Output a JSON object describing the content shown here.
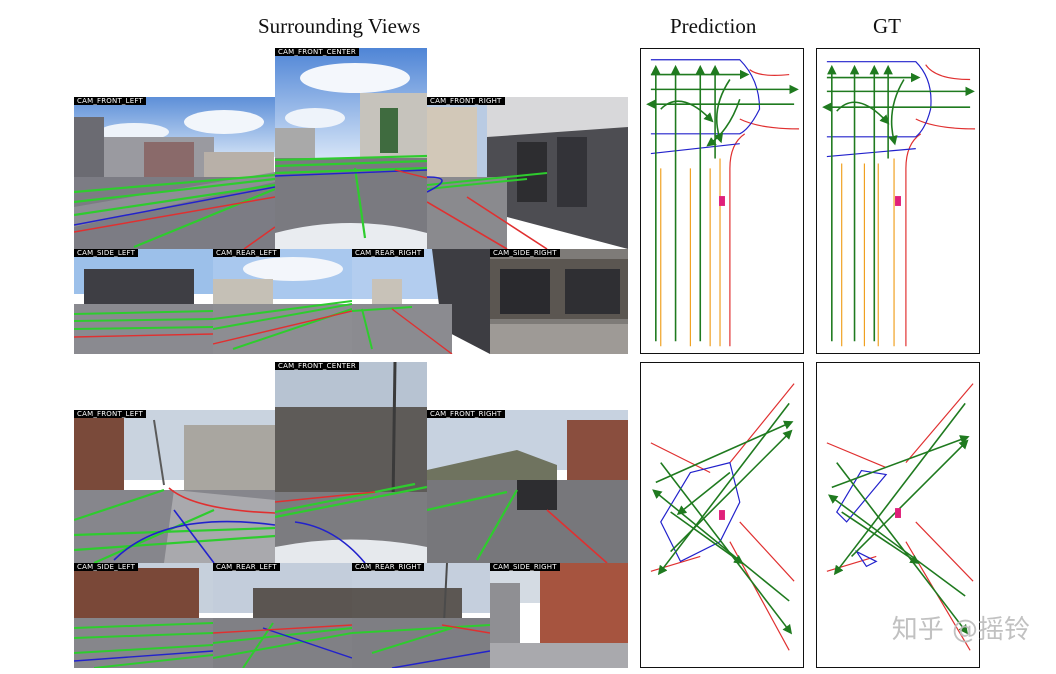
{
  "headers": {
    "surrounding": "Surrounding Views",
    "prediction": "Prediction",
    "gt": "GT"
  },
  "camera_labels": {
    "front_left": "CAM_FRONT_LEFT",
    "front_center": "CAM_FRONT_CENTER",
    "front_right": "CAM_FRONT_RIGHT",
    "side_left": "CAM_SIDE_LEFT",
    "rear_left": "CAM_REAR_LEFT",
    "rear_right": "CAM_REAR_RIGHT",
    "side_right": "CAM_SIDE_RIGHT"
  },
  "watermark": "知乎 @摇铃",
  "colors": {
    "lane_green": "#2ecc2e",
    "centerline_green": "#1f7a1f",
    "road_edge_red": "#e03030",
    "boundary_blue": "#2222cc",
    "divider_orange": "#f0a020",
    "ego_magenta": "#e0207a"
  }
}
